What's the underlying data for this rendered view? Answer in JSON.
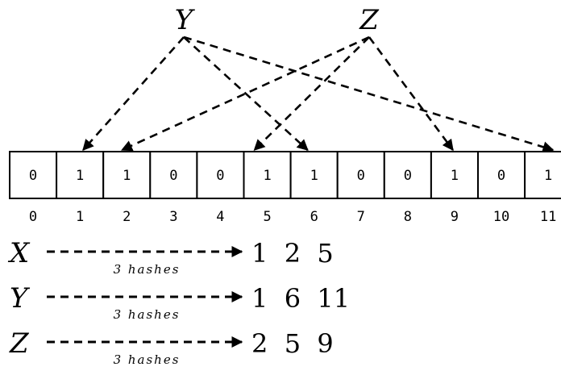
{
  "top_labels": [
    "Y",
    "Z"
  ],
  "bit_values": [
    "0",
    "1",
    "1",
    "0",
    "0",
    "1",
    "1",
    "0",
    "0",
    "1",
    "0",
    "1"
  ],
  "indices": [
    "0",
    "1",
    "2",
    "3",
    "4",
    "5",
    "6",
    "7",
    "8",
    "9",
    "10",
    "11"
  ],
  "arrow_edges": [
    {
      "from": "Y",
      "to": "1"
    },
    {
      "from": "Y",
      "to": "6"
    },
    {
      "from": "Y",
      "to": "11"
    },
    {
      "from": "Z",
      "to": "2"
    },
    {
      "from": "Z",
      "to": "5"
    },
    {
      "from": "Z",
      "to": "9"
    }
  ],
  "hash_rows": [
    {
      "key": "X",
      "hash_label": "3 hashes",
      "result": "1  2  5"
    },
    {
      "key": "Y",
      "hash_label": "3 hashes",
      "result": "1  6  11"
    },
    {
      "key": "Z",
      "hash_label": "3 hashes",
      "result": "2  5  9"
    }
  ],
  "colors": {
    "ink": "#000000",
    "background": "#ffffff"
  }
}
